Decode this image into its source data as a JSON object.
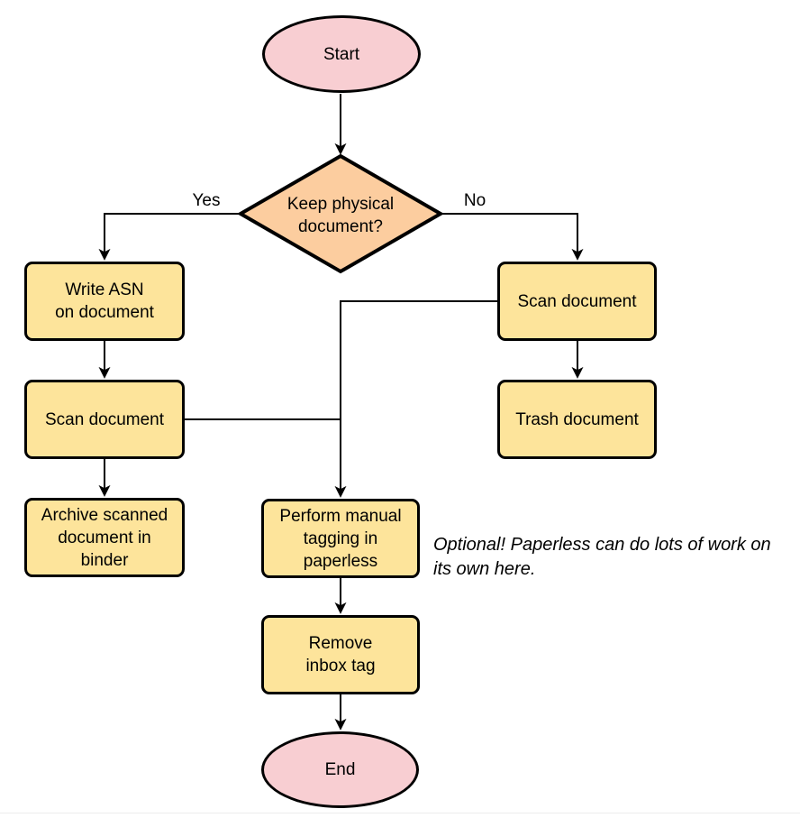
{
  "page": {
    "background": "#ffffff",
    "bottom_divider_color": "#ececec"
  },
  "colors": {
    "terminator_fill": "#f8ced2",
    "decision_fill": "#fccd9f",
    "process_fill": "#fde49b",
    "stroke": "#000000"
  },
  "nodes": {
    "start": {
      "label": "Start",
      "type": "terminator"
    },
    "decision": {
      "label": "Keep physical\ndocument?",
      "type": "decision"
    },
    "write_asn": {
      "label": "Write ASN\non document",
      "type": "process"
    },
    "scan_left": {
      "label": "Scan document",
      "type": "process"
    },
    "archive": {
      "label": "Archive scanned\ndocument in\nbinder",
      "type": "process"
    },
    "scan_right": {
      "label": "Scan document",
      "type": "process"
    },
    "trash": {
      "label": "Trash document",
      "type": "process"
    },
    "tagging": {
      "label": "Perform manual\ntagging in\npaperless",
      "type": "process"
    },
    "remove_inbox": {
      "label": "Remove\ninbox tag",
      "type": "process"
    },
    "end": {
      "label": "End",
      "type": "terminator"
    }
  },
  "edge_labels": {
    "yes": "Yes",
    "no": "No"
  },
  "edges": [
    {
      "from": "start",
      "to": "decision"
    },
    {
      "from": "decision",
      "to": "write_asn",
      "label": "Yes"
    },
    {
      "from": "decision",
      "to": "scan_right",
      "label": "No"
    },
    {
      "from": "write_asn",
      "to": "scan_left"
    },
    {
      "from": "scan_left",
      "to": "archive"
    },
    {
      "from": "scan_right",
      "to": "trash"
    },
    {
      "from": "scan_right",
      "to": "tagging"
    },
    {
      "from": "scan_left",
      "to": "tagging"
    },
    {
      "from": "tagging",
      "to": "remove_inbox"
    },
    {
      "from": "remove_inbox",
      "to": "end"
    }
  ],
  "annotation": {
    "text": "Optional! Paperless can do lots of work on\nits own here."
  }
}
